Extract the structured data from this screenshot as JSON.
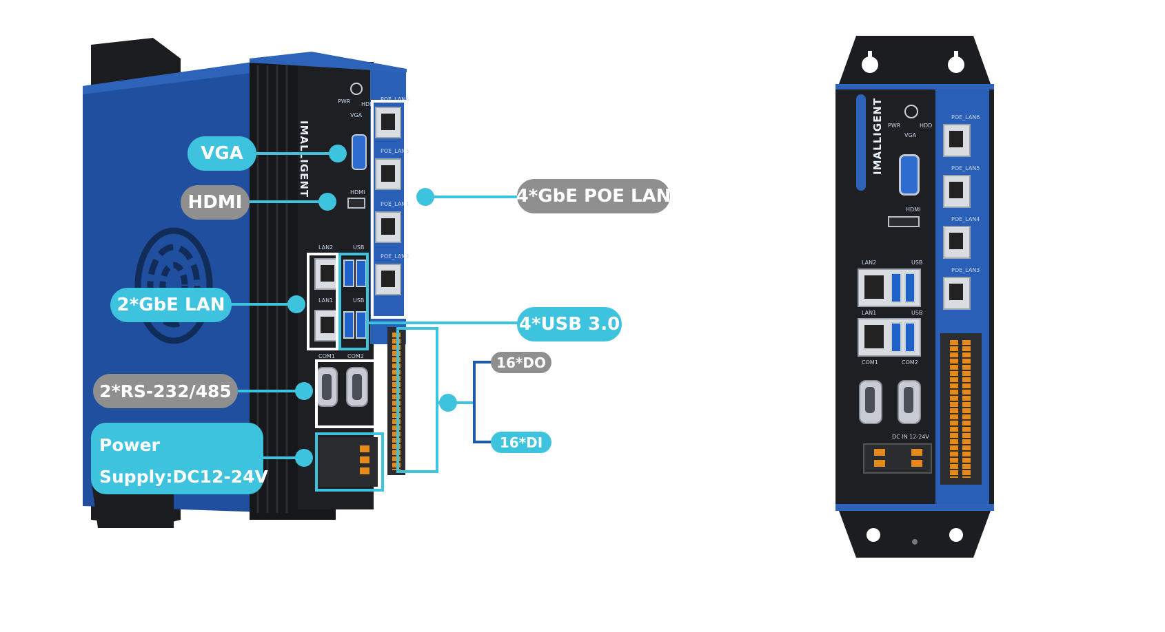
{
  "callouts": {
    "vga": "VGA",
    "hdmi": "HDMI",
    "poe_lan": "4*GbE POE LAN",
    "gbe_lan": "2*GbE LAN",
    "usb": "4*USB 3.0",
    "do": "16*DO",
    "di": "16*DI",
    "rs232": "2*RS-232/485",
    "power_line1": "Power",
    "power_line2": "Supply:DC12-24V"
  },
  "device_labels": {
    "brand": "IMALLIGENT",
    "pwr": "PWR",
    "hdd": "HDD",
    "vga": "VGA",
    "hdmi": "HDMI",
    "lan2": "LAN2",
    "lan1": "LAN1",
    "usb_top": "USB",
    "usb_bottom": "USB",
    "com1": "COM1",
    "com2": "COM2",
    "poe6": "POE_LAN6",
    "poe5": "POE_LAN5",
    "poe4": "POE_LAN4",
    "poe3": "POE_LAN3",
    "dc_in": "DC IN 12-24V"
  },
  "colors": {
    "callout_cyan": "#3ec3df",
    "callout_grey": "#8f8f8f",
    "device_blue": "#1f4f9c",
    "chassis_black": "#1b1c1f",
    "terminal_orange": "#e58a1d",
    "dio_line_blue": "#1f5aa6"
  }
}
